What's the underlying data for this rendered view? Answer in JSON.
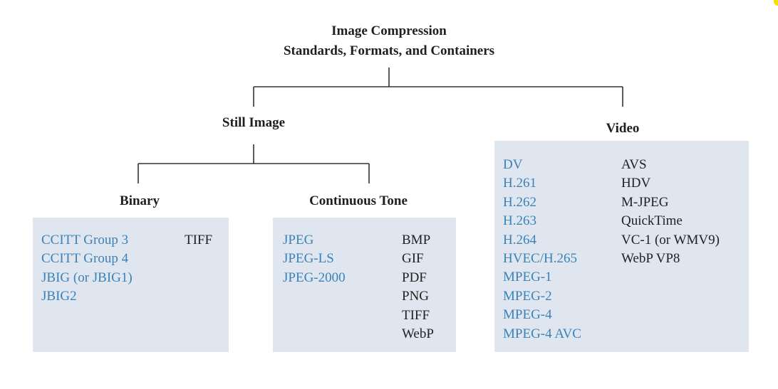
{
  "title": {
    "line1": "Image Compression",
    "line2": "Standards, Formats, and Containers"
  },
  "still_image": {
    "label": "Still Image",
    "binary": {
      "label": "Binary",
      "standards": [
        "CCITT Group 3",
        "CCITT Group 4",
        "JBIG (or JBIG1)",
        "JBIG2"
      ],
      "formats": [
        "TIFF"
      ]
    },
    "continuous_tone": {
      "label": "Continuous Tone",
      "standards": [
        "JPEG",
        "JPEG-LS",
        "JPEG-2000"
      ],
      "formats": [
        "BMP",
        "GIF",
        "PDF",
        "PNG",
        "TIFF",
        "WebP"
      ]
    }
  },
  "video": {
    "label": "Video",
    "standards": [
      "DV",
      "H.261",
      "H.262",
      "H.263",
      "H.264",
      "HVEC/H.265",
      "MPEG-1",
      "MPEG-2",
      "MPEG-4",
      "MPEG-4 AVC"
    ],
    "formats": [
      "AVS",
      "HDV",
      "M-JPEG",
      "QuickTime",
      "VC-1 (or WMV9)",
      "WebP VP8"
    ]
  },
  "colors": {
    "standard_text": "#3b82b7",
    "format_text": "#222222",
    "box_fill": "#dfe6ef",
    "line": "#333333"
  }
}
